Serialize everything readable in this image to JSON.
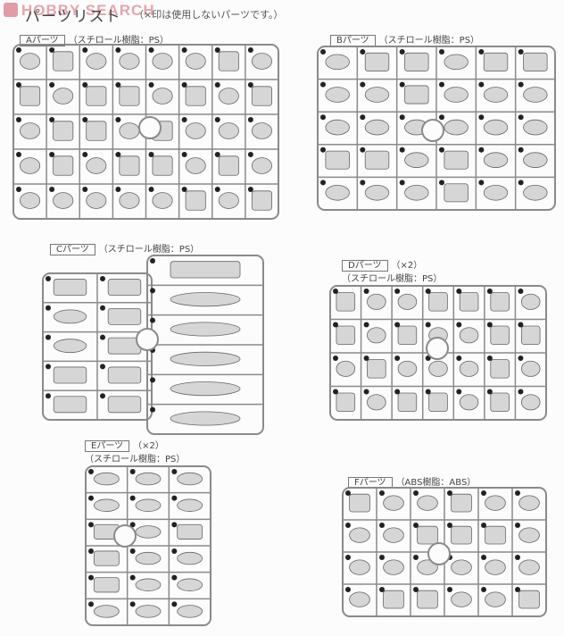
{
  "watermark": "HOBBY SEARCH",
  "title": "パーツリスト",
  "note": "（×印は使用しないパーツです。）",
  "runners": [
    {
      "id": "A",
      "label": "Aパーツ",
      "material": "（スチロール樹脂：PS）",
      "count": ""
    },
    {
      "id": "B",
      "label": "Bパーツ",
      "material": "（スチロール樹脂：PS）",
      "count": ""
    },
    {
      "id": "C",
      "label": "Cパーツ",
      "material": "（スチロール樹脂：PS）",
      "count": ""
    },
    {
      "id": "D",
      "label": "Dパーツ",
      "material": "（スチロール樹脂：PS）",
      "count": "（×2）"
    },
    {
      "id": "E",
      "label": "Eパーツ",
      "material": "（スチロール樹脂：PS）",
      "count": "（×2）"
    },
    {
      "id": "F",
      "label": "Fパーツ",
      "material": "（ABS樹脂：ABS）",
      "count": ""
    }
  ],
  "colors": {
    "frame": "#8a8a8a",
    "part": "#d6d6d6",
    "marker": "#222222"
  }
}
